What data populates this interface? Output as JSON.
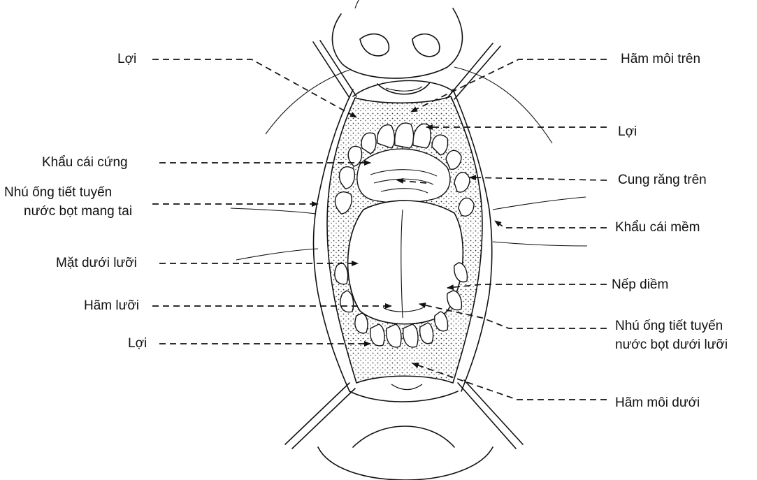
{
  "labels": {
    "l_gum_top": "Lợi",
    "l_hard_palate": "Khẩu cái cứng",
    "l_parotid_1": "Nhú ống tiết  tuyến",
    "l_parotid_2": "nước bọt mang tai",
    "l_under_tongue": "Mặt dưới lưỡi",
    "l_tongue_frenum": "Hãm lưỡi",
    "l_gum_bottom": "Lợi",
    "r_upper_lip_frenum": "Hãm môi trên",
    "r_gum": "Lợi",
    "r_upper_arch": "Cung răng trên",
    "r_soft_palate": "Khẩu cái mềm",
    "r_plica": "Nếp diềm",
    "r_sublingual_1": "Nhú ống tiết tuyến",
    "r_sublingual_2": "nước bọt dưới lưỡi",
    "r_lower_lip_frenum": "Hãm môi dưới"
  }
}
